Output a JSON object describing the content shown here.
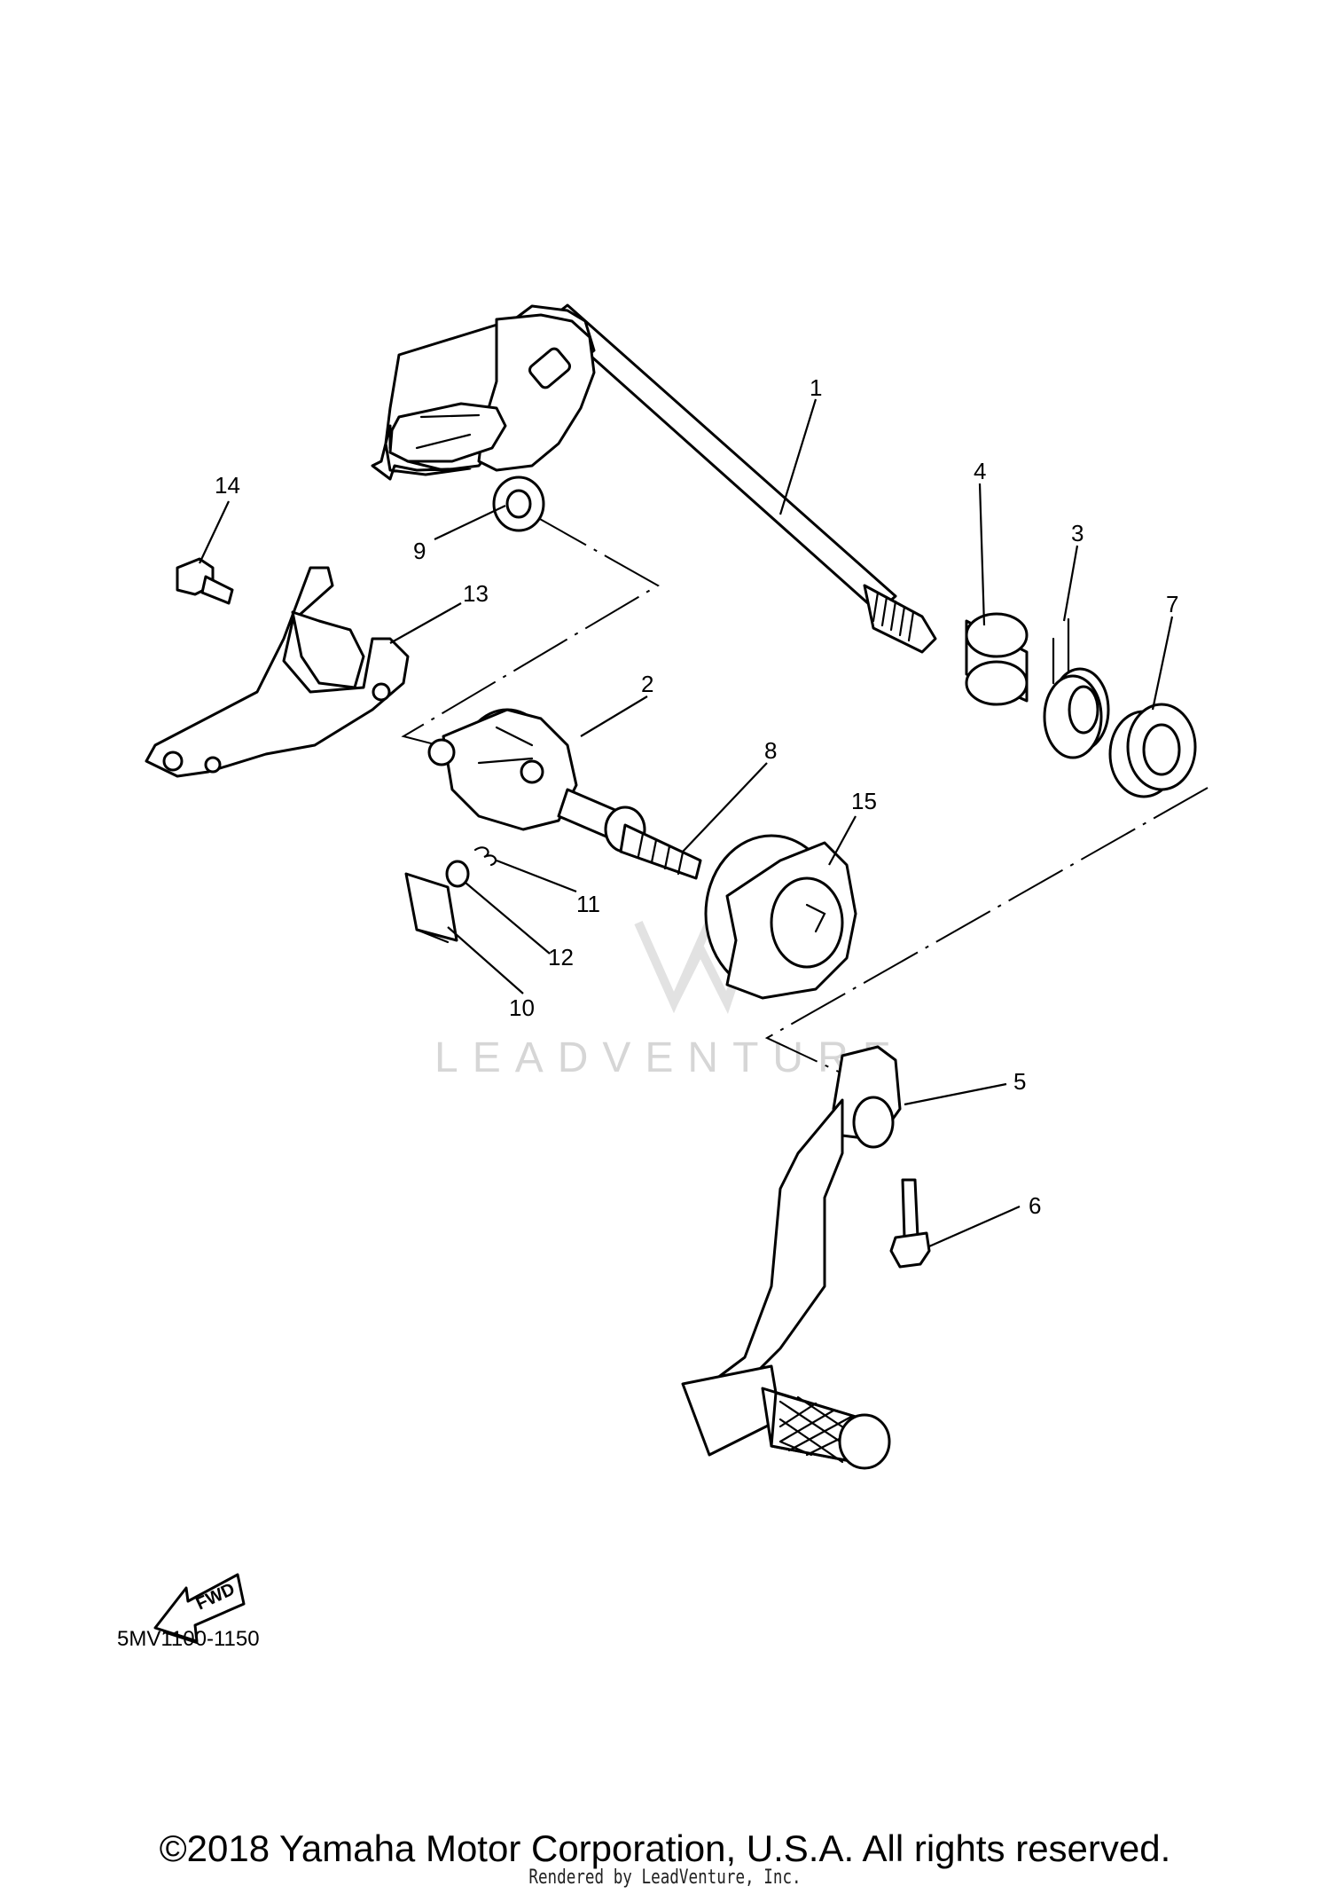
{
  "diagram": {
    "callouts": [
      {
        "id": "1",
        "label": "1"
      },
      {
        "id": "2",
        "label": "2"
      },
      {
        "id": "3",
        "label": "3"
      },
      {
        "id": "4",
        "label": "4"
      },
      {
        "id": "5",
        "label": "5"
      },
      {
        "id": "6",
        "label": "6"
      },
      {
        "id": "7",
        "label": "7"
      },
      {
        "id": "8",
        "label": "8"
      },
      {
        "id": "9",
        "label": "9"
      },
      {
        "id": "10",
        "label": "10"
      },
      {
        "id": "11",
        "label": "11"
      },
      {
        "id": "12",
        "label": "12"
      },
      {
        "id": "13",
        "label": "13"
      },
      {
        "id": "14",
        "label": "14"
      },
      {
        "id": "15",
        "label": "15"
      }
    ],
    "fwd_label": "FWD",
    "diagram_code": "5MV1100-1150",
    "watermark": "LEADVENTURE"
  },
  "footer": {
    "copyright": "©2018 Yamaha Motor Corporation, U.S.A. All rights reserved.",
    "rendered_by": "Rendered by LeadVenture, Inc."
  }
}
